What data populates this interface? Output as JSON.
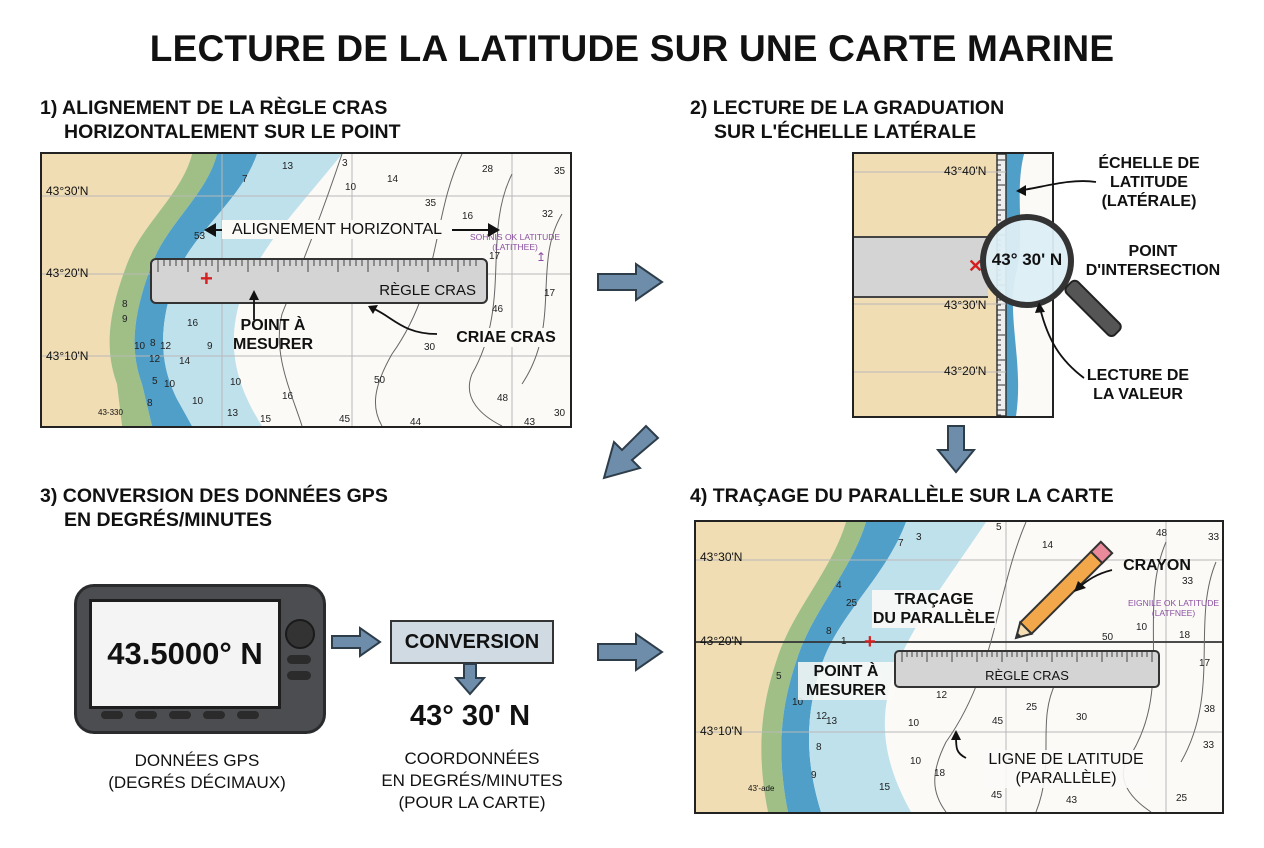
{
  "title": "LECTURE DE LA LATITUDE SUR UNE CARTE MARINE",
  "step1": {
    "line1": "1) ALIGNEMENT DE LA RÈGLE CRAS",
    "line2": "HORIZONTALEMENT SUR LE POINT",
    "lat_labels": [
      "43°30'N",
      "43°20'N",
      "43°10'N"
    ],
    "alignment_label": "ALIGNEMENT HORIZONTAL",
    "ruler_label": "RÈGLE CRAS",
    "point_label": [
      "POINT À",
      "MESURER"
    ],
    "ruler_callout": "CRIAE CRAS",
    "scale_note": [
      "SOHNIS OK LATITUDE",
      "(LATITHEE)"
    ],
    "corner_note": "43-330",
    "soundings": [
      "7",
      "13",
      "3",
      "10",
      "14",
      "35",
      "28",
      "35",
      "16",
      "32",
      "53",
      "17",
      "46",
      "17",
      "8",
      "9",
      "16",
      "8",
      "10",
      "12",
      "9",
      "30",
      "12",
      "14",
      "5",
      "10",
      "10",
      "16",
      "50",
      "48",
      "8",
      "15",
      "13",
      "15",
      "45",
      "44",
      "43",
      "30"
    ]
  },
  "step2": {
    "line1": "2) LECTURE DE LA GRADUATION",
    "line2": "SUR L'ÉCHELLE LATÉRALE",
    "lat_labels": [
      "43°40'N",
      "43°30'N",
      "43°20'N"
    ],
    "magnifier_value": "43° 30' N",
    "scale_label": [
      "ÉCHELLE DE",
      "LATITUDE",
      "(LATÉRALE)"
    ],
    "intersection_label": [
      "POINT",
      "D'INTERSECTION"
    ],
    "reading_label": [
      "LECTURE DE",
      "LA VALEUR"
    ]
  },
  "step3": {
    "line1": "3) CONVERSION DES DONNÉES GPS",
    "line2": "EN DEGRÉS/MINUTES",
    "gps_value": "43.5000° N",
    "conversion_label": "CONVERSION",
    "result": "43° 30' N",
    "gps_caption": [
      "DONNÉES GPS",
      "(DEGRÉS DÉCIMAUX)"
    ],
    "result_caption": [
      "COORDONNÉES",
      "EN DEGRÉS/MINUTES",
      "(POUR LA CARTE)"
    ]
  },
  "step4": {
    "line1": "4) TRAÇAGE DU PARALLÈLE SUR LA CARTE",
    "lat_labels": [
      "43°30'N",
      "43°20'N",
      "43°10'N"
    ],
    "pencil_label": "CRAYON",
    "tracing_label": [
      "TRAÇAGE",
      "DU PARALLÈLE"
    ],
    "point_label": [
      "POINT À",
      "MESURER"
    ],
    "ruler_label": "RÈGLE CRAS",
    "line_label": [
      "LIGNE DE LATITUDE",
      "(PARALLÈLE)"
    ],
    "scale_note": [
      "EIGNILE OK LATITUDE",
      "(LATFNEE)"
    ],
    "corner_note": "43'-ade",
    "soundings": [
      "7",
      "3",
      "5",
      "14",
      "48",
      "33",
      "33",
      "25",
      "1",
      "8",
      "10",
      "18",
      "50",
      "17",
      "5",
      "10",
      "12",
      "25",
      "30",
      "38",
      "45",
      "10",
      "18",
      "13",
      "33",
      "15",
      "45",
      "43",
      "25",
      "8",
      "12",
      "9",
      "25",
      "8"
    ]
  },
  "colors": {
    "land": "#f0ddb4",
    "shallow": "#bfe1ec",
    "deep_water": "#4f9fc8",
    "marsh": "#9fbf86",
    "ruler": "#d4d4d4",
    "arrow": "#6d8daa",
    "mark": "#d42020"
  }
}
